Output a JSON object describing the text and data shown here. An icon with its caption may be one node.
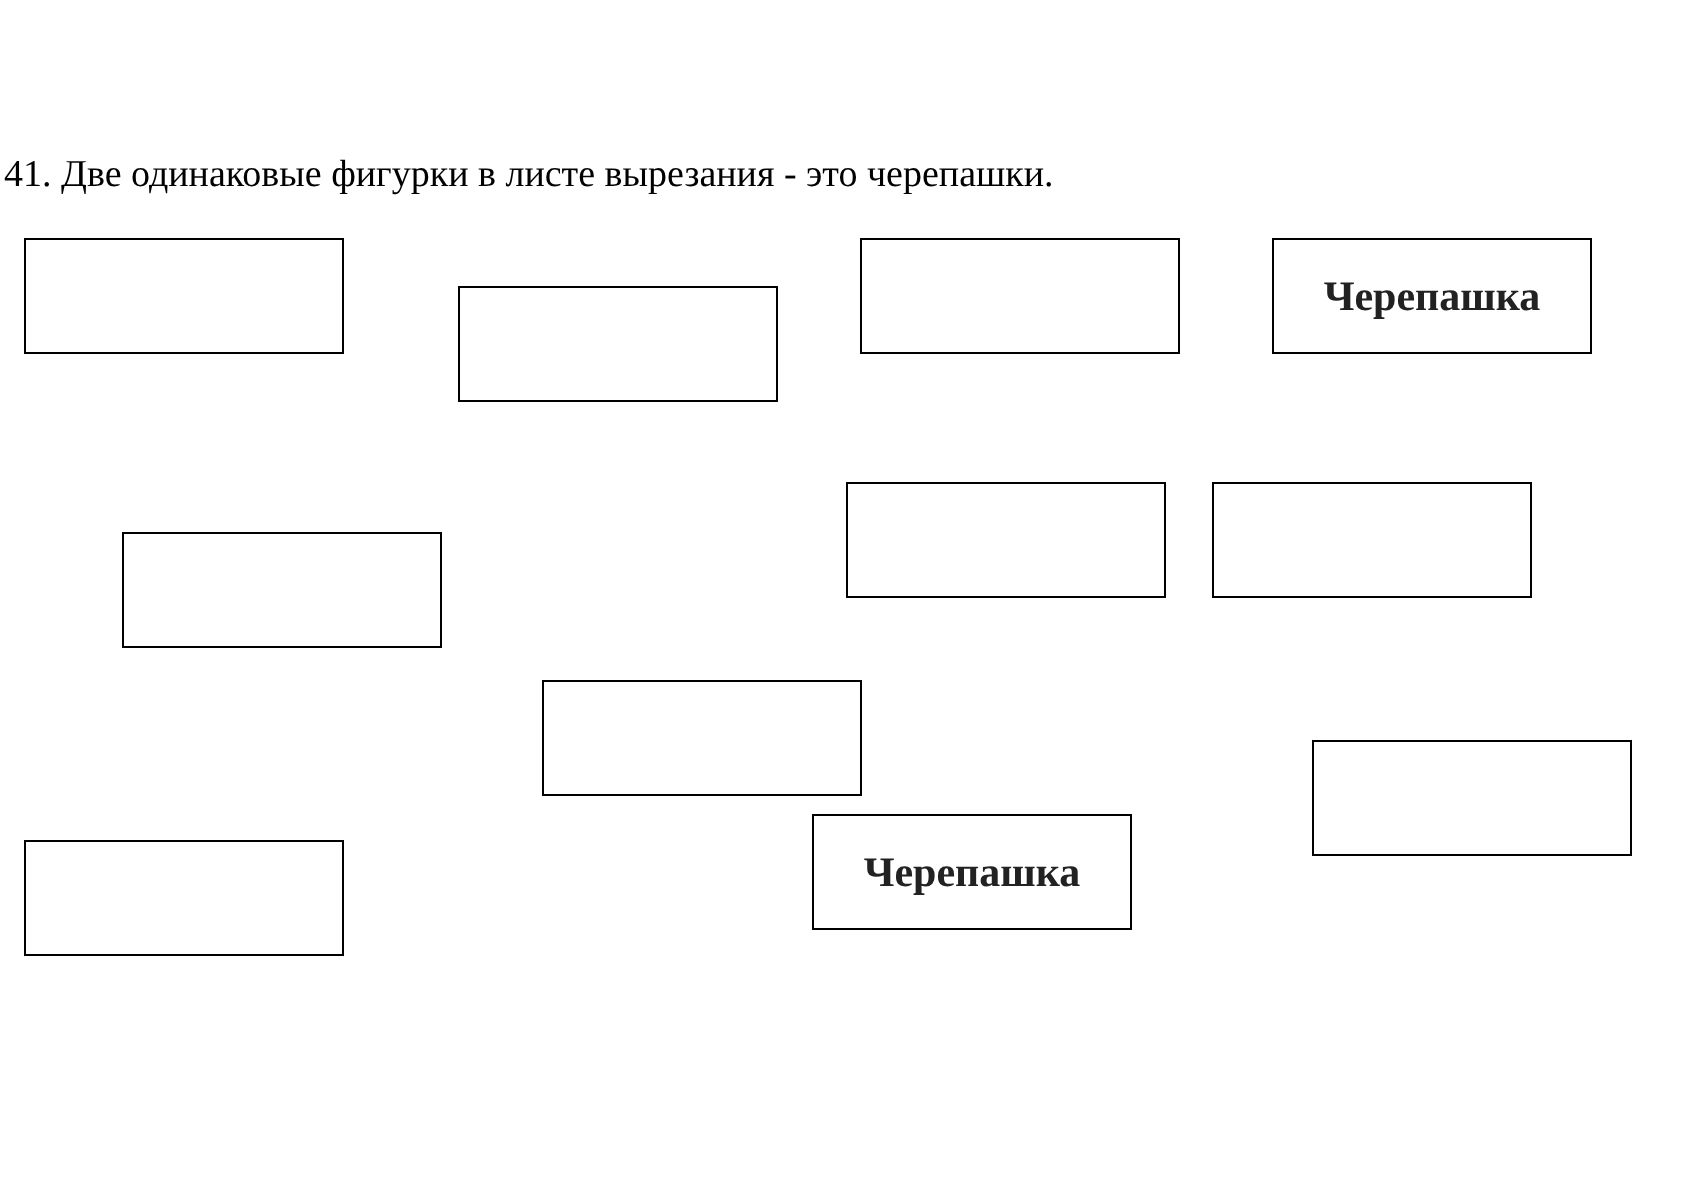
{
  "diagram": {
    "title": "41. Две одинаковые фигурки в листе вырезания - это черепашки.",
    "nodes": [
      {
        "text": [],
        "shape": "box"
      },
      {
        "text": [],
        "shape": "box"
      },
      {
        "text": [],
        "shape": "box"
      },
      {
        "text": [
          "Черепашка"
        ]
      },
      {
        "text": [],
        "shape": "box"
      },
      {
        "text": [],
        "shape": "box"
      },
      {
        "text": [],
        "shape": "box"
      },
      {
        "text": [],
        "shape": "box"
      },
      {
        "text": [],
        "shape": "box"
      },
      {
        "text": [],
        "shape": "box"
      },
      {
        "text": [
          "Черепашка"
        ]
      }
    ]
  }
}
